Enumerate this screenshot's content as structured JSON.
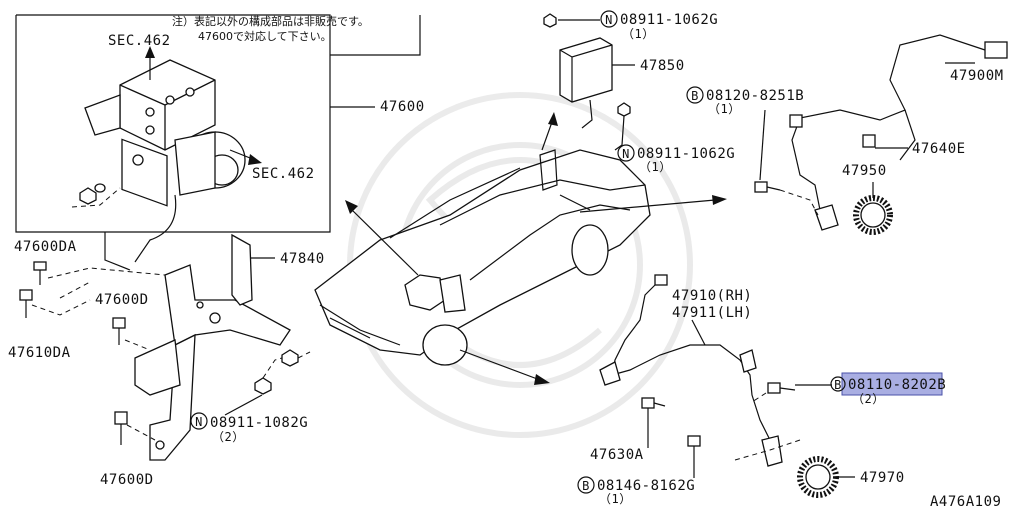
{
  "note": {
    "line1": "注）表記以外の構成部品は非販売です。",
    "line2": "47600で対応して下さい。"
  },
  "labels": {
    "sec462_top": "SEC.462",
    "sec462_right": "SEC.462",
    "p47600": "47600",
    "p47600DA": "47600DA",
    "p47610DA": "47610DA",
    "p47600D_a": "47600D",
    "p47600D_b": "47600D",
    "p47840": "47840",
    "n08911_1082G": "08911-1082G",
    "n08911_1082G_qty": "（2）",
    "n08911_1062G_top": "08911-1062G",
    "n08911_1062G_top_qty": "（1）",
    "p47850": "47850",
    "n08911_1062G_mid": "08911-1062G",
    "n08911_1062G_mid_qty": "（1）",
    "b08120_8251B": "08120-8251B",
    "b08120_8251B_qty": "（1）",
    "p47900M": "47900M",
    "p47640E": "47640E",
    "p47950": "47950",
    "p47910RH": "47910(RH)",
    "p47911LH": "47911(LH)",
    "b08110_8202B": "08110-8202B",
    "b08110_8202B_qty": "（2）",
    "p47630A": "47630A",
    "b08146_8162G": "08146-8162G",
    "b08146_8162G_qty": "（1）",
    "p47970": "47970",
    "ref": "A476A109"
  },
  "markers": {
    "n": "N",
    "b": "B"
  },
  "colors": {
    "highlight": "#8c93d8",
    "line": "#111111"
  }
}
